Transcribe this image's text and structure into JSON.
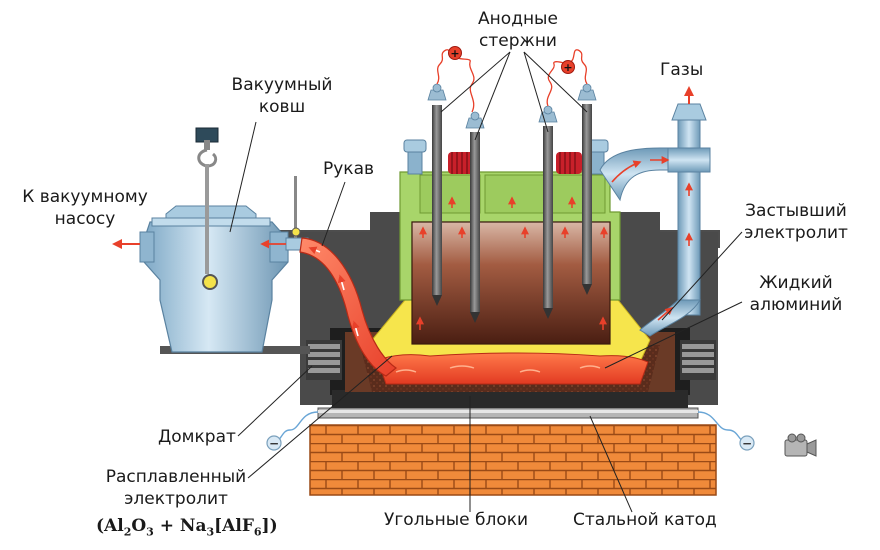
{
  "labels": {
    "anode_rods_1": "Анодные",
    "anode_rods_2": "стержни",
    "gases": "Газы",
    "vacuum_ladle_1": "Вакуумный",
    "vacuum_ladle_2": "ковш",
    "sleeve": "Рукав",
    "to_pump_1": "К вакуумному",
    "to_pump_2": "насосу",
    "frozen_electrolyte_1": "Застывший",
    "frozen_electrolyte_2": "электролит",
    "liquid_aluminium_1": "Жидкий",
    "liquid_aluminium_2": "алюминий",
    "jack": "Домкрат",
    "molten_electrolyte_1": "Расплавленный",
    "molten_electrolyte_2": "электролит",
    "carbon_blocks": "Угольные блоки",
    "steel_cathode": "Стальной катод"
  },
  "formula": {
    "open": "(",
    "al": "Al",
    "al_n": "2",
    "o": "O",
    "o_n": "3",
    "plus": " + Na",
    "na_n": "3",
    "alf": "[AlF",
    "f_n": "6",
    "close": "])"
  },
  "signs": {
    "plus": "+",
    "minus": "−"
  },
  "colors": {
    "brick": "#f08a3a",
    "mortar": "#9a4a16",
    "frame": "#4a4a4a",
    "green_hood": "#a8d56a",
    "electrolyte_dark": "#5a2a1a",
    "electrolyte_light": "#c99a86",
    "liquid_aluminium": "#ff5a3a",
    "frozen_crust": "#f4e24a",
    "steel_blue": "#a9cbe0",
    "arrow_red": "#e8402a"
  }
}
